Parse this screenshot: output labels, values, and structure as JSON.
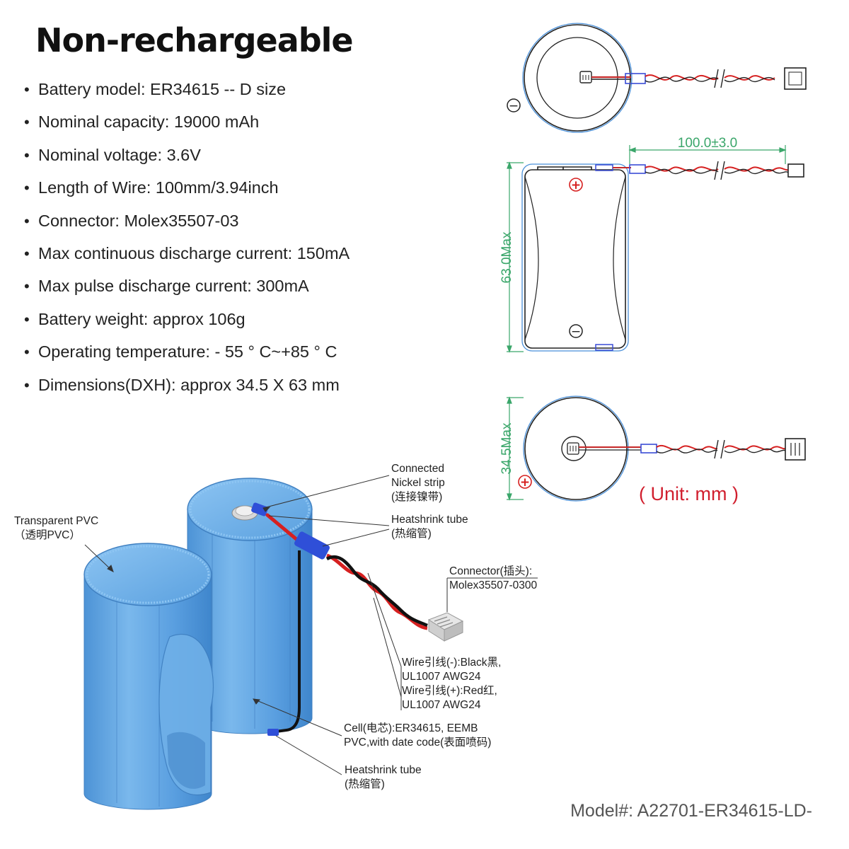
{
  "title": "Non-rechargeable",
  "specs": [
    "Battery model: ER34615 -- D size",
    "Nominal capacity: 19000 mAh",
    "Nominal voltage: 3.6V",
    "Length of Wire: 100mm/3.94inch",
    "Connector: Molex35507-03",
    "Max continuous discharge current: 150mA",
    "Max pulse discharge current: 300mA",
    "Battery weight: approx 106g",
    "Operating temperature: - 55 ° C~+85 ° C",
    "Dimensions(DXH): approx 34.5 X 63 mm"
  ],
  "drawing": {
    "wire_length": "100.0±3.0",
    "height_dim": "63.0Max",
    "diameter_dim": "34.5Max",
    "plus_symbol": "+",
    "minus_symbol": "−",
    "unit_note": "( Unit: mm )"
  },
  "callouts": {
    "nickel_strip": "Connected\nNickel strip\n(连接镍带)",
    "transparent_pvc": "Transparent PVC\n（透明PVC）",
    "heatshrink_top": "Heatshrink tube\n(热缩管)",
    "connector": "Connector(插头):\nMolex35507-0300",
    "wire_black": "Wire引线(-):Black黑,\nUL1007 AWG24",
    "wire_red": "Wire引线(+):Red红,\nUL1007 AWG24",
    "cell": "Cell(电芯):ER34615, EEMB\nPVC,with date code(表面喷码)",
    "heatshrink_bottom": "Heatshrink tube\n(热缩管)"
  },
  "model_number": "Model#: A22701-ER34615-LD-",
  "colors": {
    "dimension_green": "#3aa66a",
    "wire_red": "#d62020",
    "cell_blue": "#5fa3df",
    "sleeve_blue": "#2f4fd8",
    "unit_red": "#d11f2e"
  }
}
